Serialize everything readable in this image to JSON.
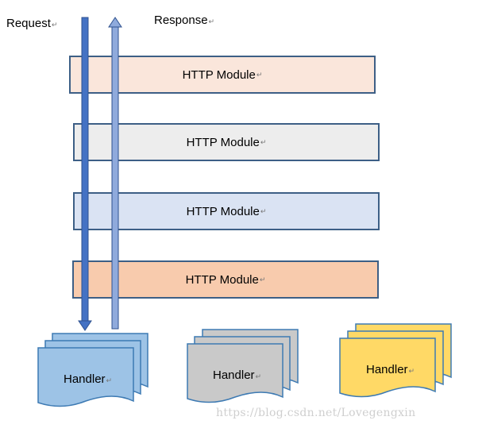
{
  "flow": {
    "request_label": "Request",
    "response_label": "Response"
  },
  "modules": [
    {
      "label": "HTTP Module",
      "fill": "#fae6db"
    },
    {
      "label": "HTTP Module",
      "fill": "#ededed"
    },
    {
      "label": "HTTP Module",
      "fill": "#dae3f3"
    },
    {
      "label": "HTTP Module",
      "fill": "#f8cbad"
    }
  ],
  "handlers": [
    {
      "label": "Handler",
      "fill": "#9dc3e6",
      "stroke": "#3d7ab3"
    },
    {
      "label": "Handler",
      "fill": "#c9c9c9",
      "stroke": "#3d7ab3"
    },
    {
      "label": "Handler",
      "fill": "#ffd966",
      "stroke": "#3d7ab3"
    }
  ],
  "arrows": {
    "request_color": "#4472c4",
    "response_color": "#8faadc"
  },
  "watermark": "https://blog.csdn.net/Lovegengxin"
}
